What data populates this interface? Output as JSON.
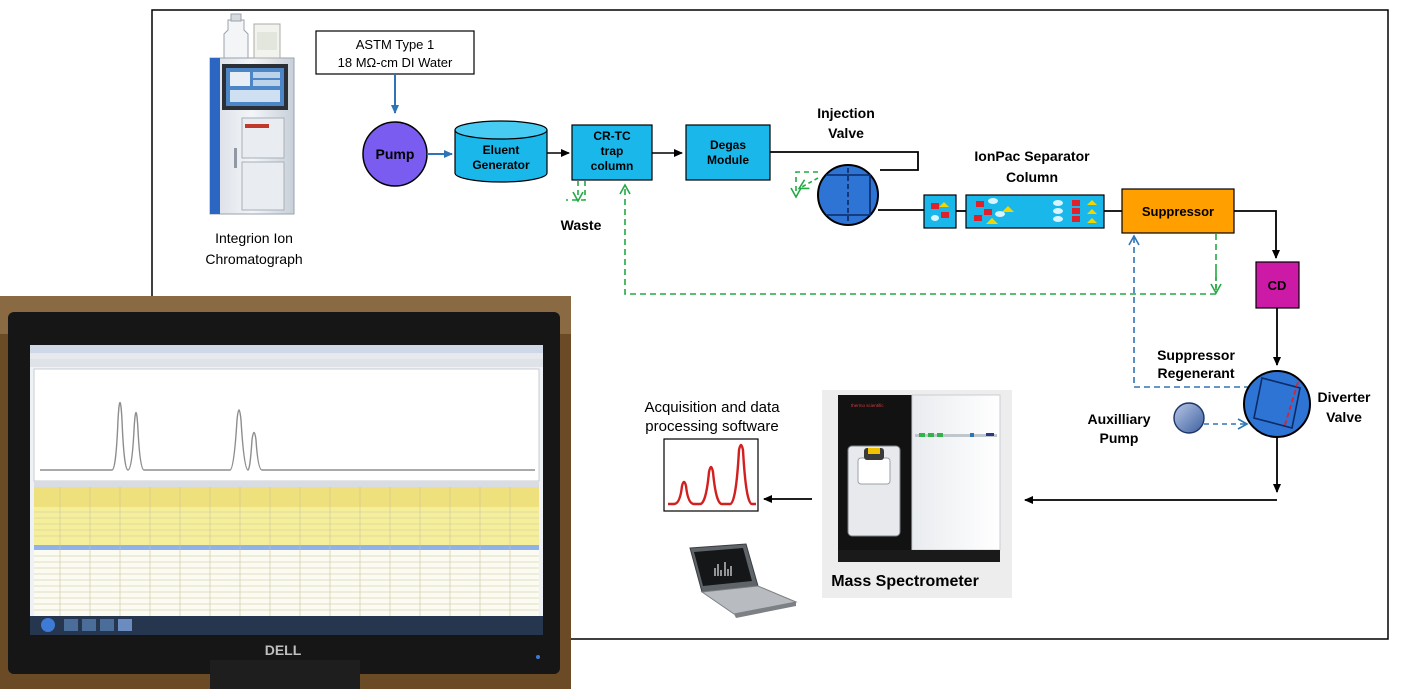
{
  "water_source": {
    "line1": "ASTM Type 1",
    "line2": "18 MΩ-cm DI Water"
  },
  "instrument": {
    "line1": "Integrion Ion",
    "line2": "Chromatograph"
  },
  "pump": "Pump",
  "eluent_generator": {
    "line1": "Eluent",
    "line2": "Generator"
  },
  "crtc": {
    "line1": "CR-TC",
    "line2": "trap",
    "line3": "column"
  },
  "degas": {
    "line1": "Degas",
    "line2": "Module"
  },
  "waste": "Waste",
  "injection_valve": {
    "line1": "Injection",
    "line2": "Valve"
  },
  "separator": {
    "line1": "IonPac Separator",
    "line2": "Column"
  },
  "suppressor": "Suppressor",
  "cd": "CD",
  "regenerant": {
    "line1": "Suppressor",
    "line2": "Regenerant"
  },
  "diverter": {
    "line1": "Diverter",
    "line2": "Valve"
  },
  "aux_pump": {
    "line1": "Auxilliary",
    "line2": "Pump"
  },
  "software": {
    "line1": "Acquisition and data",
    "line2": "processing software"
  },
  "mass_spec": "Mass Spectrometer",
  "monitor": {
    "brand": "DELL"
  },
  "ms_instrument": {
    "brand": "thermo scientific"
  },
  "colors": {
    "flow_line": "#000000",
    "water_arrow": "#2e75b6",
    "waste_line": "#22aa44",
    "regenerant_line": "#2e75b6",
    "cyan_box": "#1ab7ea",
    "pump_fill": "#7b5cf0",
    "suppressor_fill": "#ff9f00",
    "cd_fill": "#cc1aa6",
    "valve_fill": "#2e74d4"
  }
}
